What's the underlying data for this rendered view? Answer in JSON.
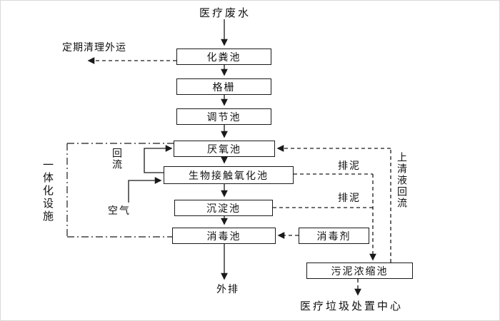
{
  "nodes": {
    "source": "医疗废水",
    "septic_tank": "化粪池",
    "grille": "格栅",
    "regulating_tank": "调节池",
    "anaerobic_tank": "厌氧池",
    "bio_contact_oxidation_tank": "生物接触氧化池",
    "sedimentation_tank": "沉淀池",
    "disinfection_tank": "消毒池",
    "disinfectant": "消毒剂",
    "sludge_thickening_tank": "污泥浓缩池",
    "outfall": "外排",
    "medical_waste_disposal_center": "医疗垃圾处置中心"
  },
  "labels": {
    "periodic_cleanout": "定期清理外运",
    "reflux": "回流",
    "air": "空气",
    "sludge_discharge_upper": "排泥",
    "sludge_discharge_lower": "排泥",
    "supernatant_reflux": "上清液回流",
    "integrated_facility": "一体化设施"
  },
  "colors": {
    "line": "#1a1a1a",
    "box_border": "#1a1a1a",
    "background": "#ffffff"
  }
}
